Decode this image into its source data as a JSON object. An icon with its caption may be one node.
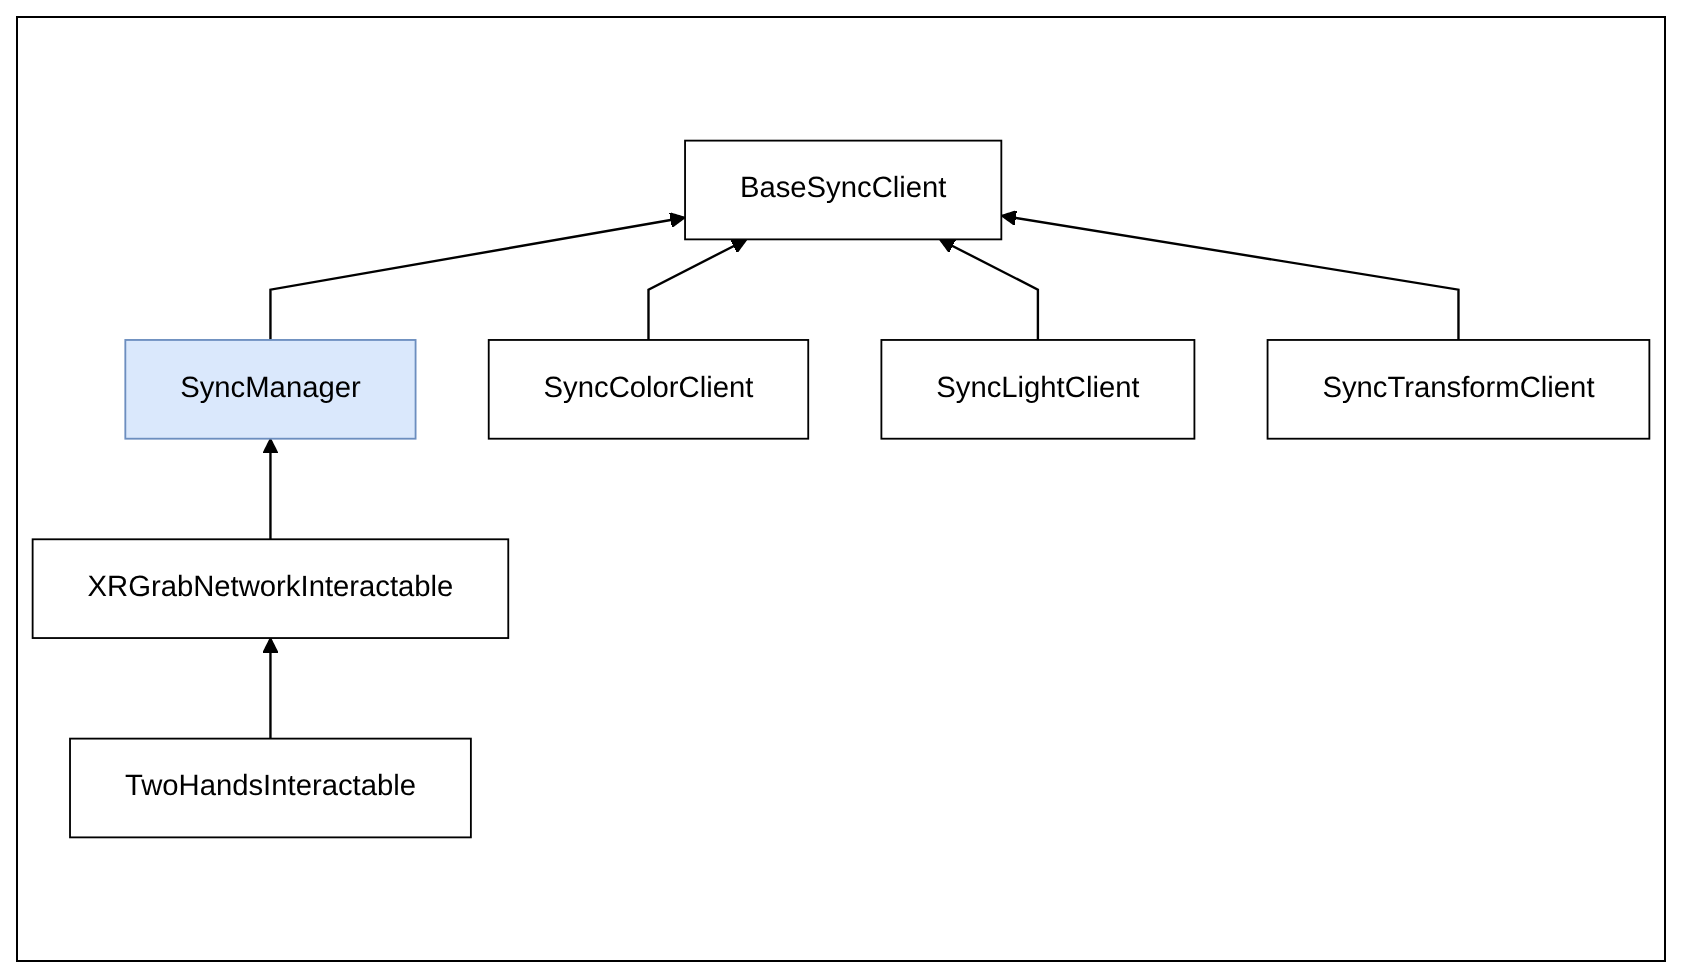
{
  "diagram": {
    "nodes": [
      {
        "text": [
          "SyncManager"
        ]
      },
      {
        "text": [
          "BaseSyncClient"
        ]
      },
      {
        "text": [
          "XRGrabNetworkInteractable"
        ]
      },
      {
        "text": [
          "TwoHandsInteractable"
        ]
      },
      {
        "text": [
          "SyncColorClient"
        ]
      },
      {
        "text": [
          "SyncLightClient"
        ]
      },
      {
        "text": [
          "SyncTransformClient"
        ]
      }
    ],
    "edges": [
      {
        "from": 0,
        "to": 1,
        "arrow": "to"
      },
      {
        "from": 2,
        "to": 0,
        "arrow": "to"
      },
      {
        "from": 3,
        "to": 2,
        "arrow": "to"
      },
      {
        "from": 4,
        "to": 1,
        "arrow": "to"
      },
      {
        "from": 5,
        "to": 1,
        "arrow": "to"
      },
      {
        "from": 6,
        "to": 1,
        "arrow": "to"
      }
    ]
  }
}
